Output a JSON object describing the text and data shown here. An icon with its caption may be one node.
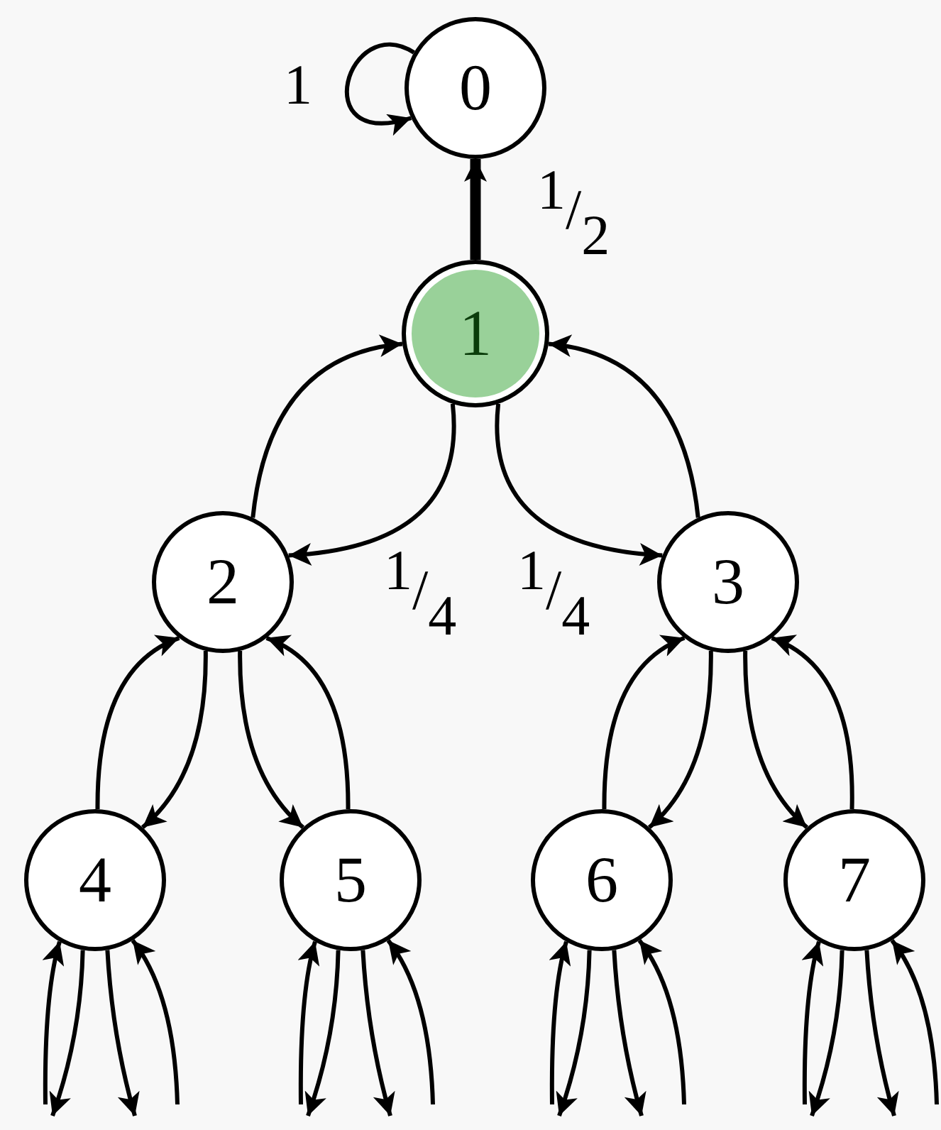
{
  "diagram": {
    "nodes": [
      {
        "text": [
          "0"
        ]
      },
      {
        "text": [
          "1"
        ]
      },
      {
        "text": [
          "2"
        ]
      },
      {
        "text": [
          "3"
        ]
      },
      {
        "text": [
          "4"
        ]
      },
      {
        "text": [
          "5"
        ]
      },
      {
        "text": [
          "6"
        ]
      },
      {
        "text": [
          "7"
        ]
      }
    ],
    "edges": [
      {
        "from": 0,
        "to": 0,
        "arrow": "to",
        "label": "1"
      },
      {
        "from": 1,
        "to": 0,
        "arrow": "to",
        "style": "thick",
        "label": "$^{1}$/$_{2}$"
      },
      {
        "from": 2,
        "to": 1,
        "arrow": "to"
      },
      {
        "from": 1,
        "to": 2,
        "arrow": "to",
        "label": "$^{1}$/$_{4}$"
      },
      {
        "from": 3,
        "to": 1,
        "arrow": "to"
      },
      {
        "from": 1,
        "to": 3,
        "arrow": "to",
        "label": "$^{1}$/$_{4}$"
      },
      {
        "from": 4,
        "to": 2,
        "arrow": "to"
      },
      {
        "from": 2,
        "to": 4,
        "arrow": "to"
      },
      {
        "from": 2,
        "to": 5,
        "arrow": "to"
      },
      {
        "from": 5,
        "to": 2,
        "arrow": "to"
      },
      {
        "from": 6,
        "to": 3,
        "arrow": "to"
      },
      {
        "from": 3,
        "to": 6,
        "arrow": "to"
      },
      {
        "from": 3,
        "to": 7,
        "arrow": "to"
      },
      {
        "from": 7,
        "to": 3,
        "arrow": "to"
      },
      {
        "from": null,
        "to": 4,
        "arrow": "to"
      },
      {
        "from": 4,
        "to": null,
        "arrow": "to"
      },
      {
        "from": 4,
        "to": null,
        "arrow": "to"
      },
      {
        "from": null,
        "to": 4,
        "arrow": "to"
      },
      {
        "from": null,
        "to": 5,
        "arrow": "to"
      },
      {
        "from": 5,
        "to": null,
        "arrow": "to"
      },
      {
        "from": 5,
        "to": null,
        "arrow": "to"
      },
      {
        "from": null,
        "to": 5,
        "arrow": "to"
      },
      {
        "from": null,
        "to": 6,
        "arrow": "to"
      },
      {
        "from": 6,
        "to": null,
        "arrow": "to"
      },
      {
        "from": 6,
        "to": null,
        "arrow": "to"
      },
      {
        "from": null,
        "to": 6,
        "arrow": "to"
      },
      {
        "from": null,
        "to": 7,
        "arrow": "to"
      },
      {
        "from": 7,
        "to": null,
        "arrow": "to"
      },
      {
        "from": 7,
        "to": null,
        "arrow": "to"
      },
      {
        "from": null,
        "to": 7,
        "arrow": "to"
      }
    ]
  }
}
